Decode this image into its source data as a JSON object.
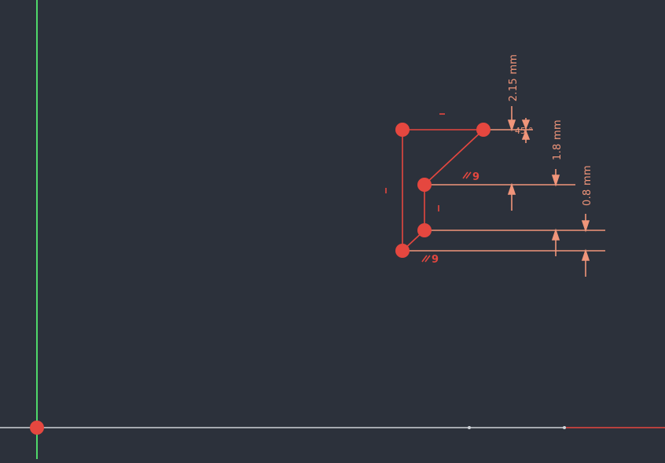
{
  "app": {
    "view": "sketch-canvas"
  },
  "colors": {
    "background": "#2c313b",
    "geometry": "#e5473f",
    "dimension": "#f0957a",
    "constraint": "#e5473f",
    "axis_vertical": "#4fd86a",
    "axis_horizontal": "#cfd3d8"
  },
  "dimensions": {
    "d1": {
      "label": "2.15 mm"
    },
    "d2": {
      "label": "1.8 mm"
    },
    "d3": {
      "label": "0.8 mm"
    },
    "angle": {
      "label": "45 °"
    }
  },
  "constraints": {
    "parallel_a": {
      "label": "9"
    },
    "parallel_b": {
      "label": "9"
    }
  },
  "icons": {
    "parallel": "parallel-constraint-icon",
    "vertical": "vertical-constraint-icon",
    "horizontal": "horizontal-constraint-icon"
  }
}
